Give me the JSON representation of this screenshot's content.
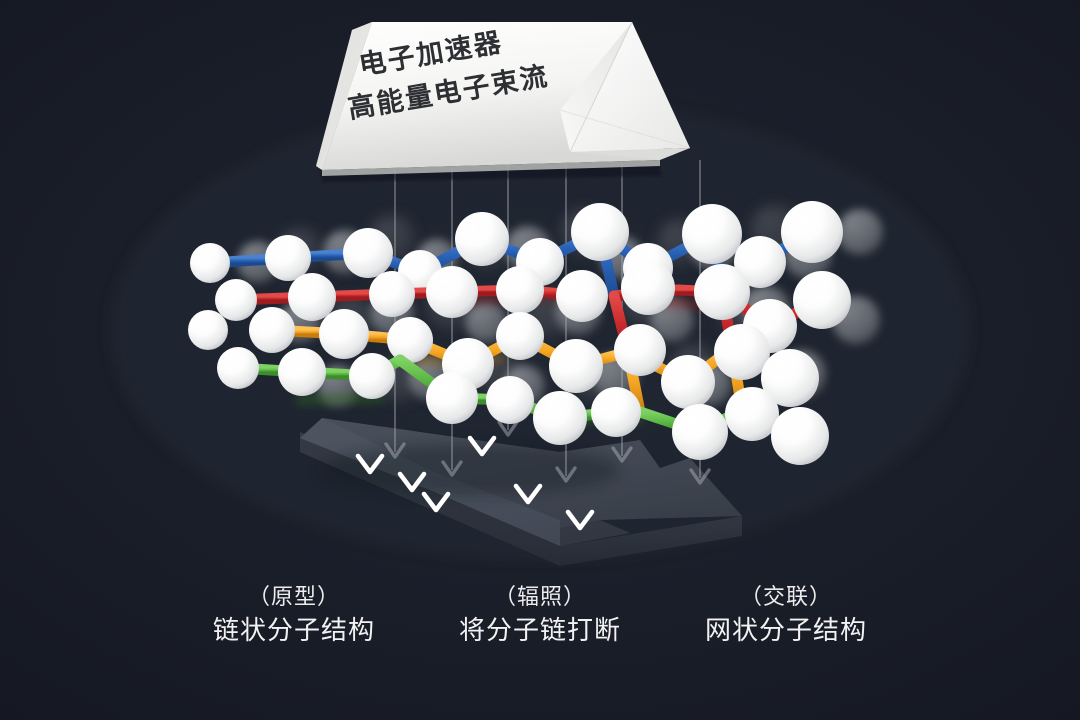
{
  "scene": {
    "background_color": "#181c26",
    "title_sign": {
      "name": "electron-accelerator-sign",
      "line1": "电子加速器",
      "line2": "高能量电子束流",
      "text_color": "#2d2f33",
      "panel_color": "#f2f2f0"
    },
    "beam": {
      "name": "electron-beam",
      "arrow_color_bright": "#ffffff",
      "arrow_color_dim": "#8e949e",
      "bright_count": 6,
      "dim_count": 6
    },
    "platform": {
      "name": "direction-arrow-platform",
      "color": "#464c57"
    },
    "molecule": {
      "chains": [
        {
          "name": "chain-blue",
          "color": "#2a63b8",
          "label": "blue"
        },
        {
          "name": "chain-red",
          "color": "#cb2a2c",
          "label": "red"
        },
        {
          "name": "chain-orange",
          "color": "#f5a623",
          "label": "orange"
        },
        {
          "name": "chain-green",
          "color": "#5cb946",
          "label": "green"
        }
      ],
      "atom_color": "#ffffff",
      "atom_shadow_color": "#6e737c"
    }
  },
  "captions": [
    {
      "name": "caption-prototype",
      "tag": "（原型）",
      "desc": "链状分子结构"
    },
    {
      "name": "caption-irradiation",
      "tag": "（辐照）",
      "desc": "将分子链打断"
    },
    {
      "name": "caption-crosslink",
      "tag": "（交联）",
      "desc": "网状分子结构"
    }
  ]
}
